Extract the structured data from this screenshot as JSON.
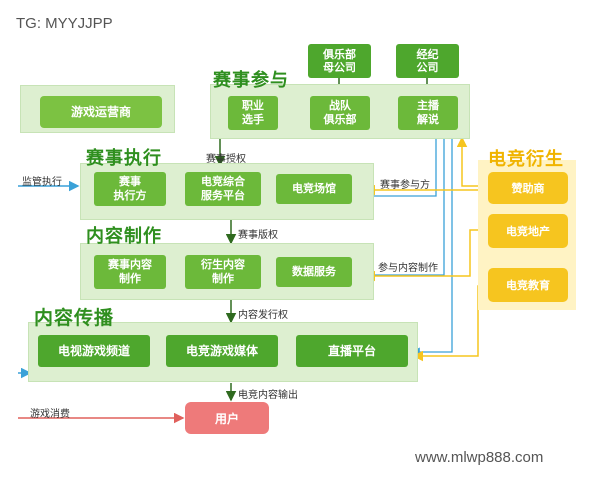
{
  "overlay": {
    "top_left": "TG: MYYJJPP",
    "bottom_right": "www.mlwp888.com"
  },
  "colors": {
    "panel": "#ddefd0",
    "node": "#7cc242",
    "node_dark": "#4ea72d",
    "yellow": "#f6c51f",
    "user": "#ee7a7a",
    "arrow_blue": "#3aa1d8",
    "arrow_yellow": "#f6c51f",
    "arrow_red": "#e0605c"
  },
  "top_nodes": {
    "club_parent": "俱乐部\n母公司",
    "agency": "经纪\n公司"
  },
  "operator": {
    "label": "游戏运营商"
  },
  "event_participants": {
    "title": "赛事参与",
    "nodes": [
      "职业\n选手",
      "战队\n俱乐部",
      "主播\n解说"
    ]
  },
  "event_execution": {
    "title": "赛事执行",
    "nodes": [
      "赛事\n执行方",
      "电竞综合\n服务平台",
      "电竞场馆"
    ]
  },
  "content_production": {
    "title": "内容制作",
    "nodes": [
      "赛事内容\n制作",
      "衍生内容\n制作",
      "数据服务"
    ]
  },
  "content_distribution": {
    "title": "内容传播",
    "nodes": [
      "电视游戏频道",
      "电竞游戏媒体",
      "直播平台"
    ]
  },
  "derivatives": {
    "title": "电竞衍生",
    "nodes": [
      "赞助商",
      "电竞地产",
      "电竞教育"
    ]
  },
  "user": {
    "label": "用户"
  },
  "labels": {
    "supervision": "监管执行",
    "event_auth": "赛事授权",
    "copyright": "赛事版权",
    "distribution_right": "内容发行权",
    "output": "电竞内容输出",
    "consumption": "游戏消费",
    "event_participant": "赛事参与方",
    "content_participant": "参与内容制作"
  }
}
